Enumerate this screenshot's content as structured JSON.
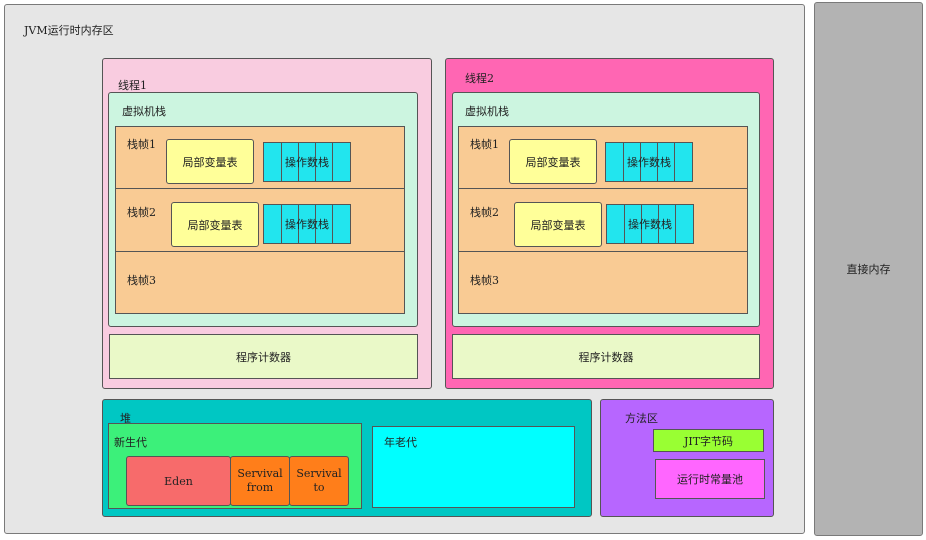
{
  "jvm": {
    "title": "JVM运行时内存区"
  },
  "direct_memory": {
    "label": "直接内存"
  },
  "threads": [
    {
      "label": "线程1",
      "vm_stack": "虚拟机栈",
      "frames": [
        {
          "label": "栈帧1",
          "local_vars": "局部变量表",
          "operand_stack": "操作数栈"
        },
        {
          "label": "栈帧2",
          "local_vars": "局部变量表",
          "operand_stack": "操作数栈"
        },
        {
          "label": "栈帧3"
        }
      ],
      "pc": "程序计数器"
    },
    {
      "label": "线程2",
      "vm_stack": "虚拟机栈",
      "frames": [
        {
          "label": "栈帧1",
          "local_vars": "局部变量表",
          "operand_stack": "操作数栈"
        },
        {
          "label": "栈帧2",
          "local_vars": "局部变量表",
          "operand_stack": "操作数栈"
        },
        {
          "label": "栈帧3"
        }
      ],
      "pc": "程序计数器"
    }
  ],
  "heap": {
    "label": "堆",
    "young": {
      "label": "新生代",
      "eden": "Eden",
      "survivor_from": "Servival\nfrom",
      "survivor_to": "Servival\nto"
    },
    "old": {
      "label": "年老代"
    }
  },
  "method_area": {
    "label": "方法区",
    "jit": "JIT字节码",
    "constant_pool": "运行时常量池"
  }
}
